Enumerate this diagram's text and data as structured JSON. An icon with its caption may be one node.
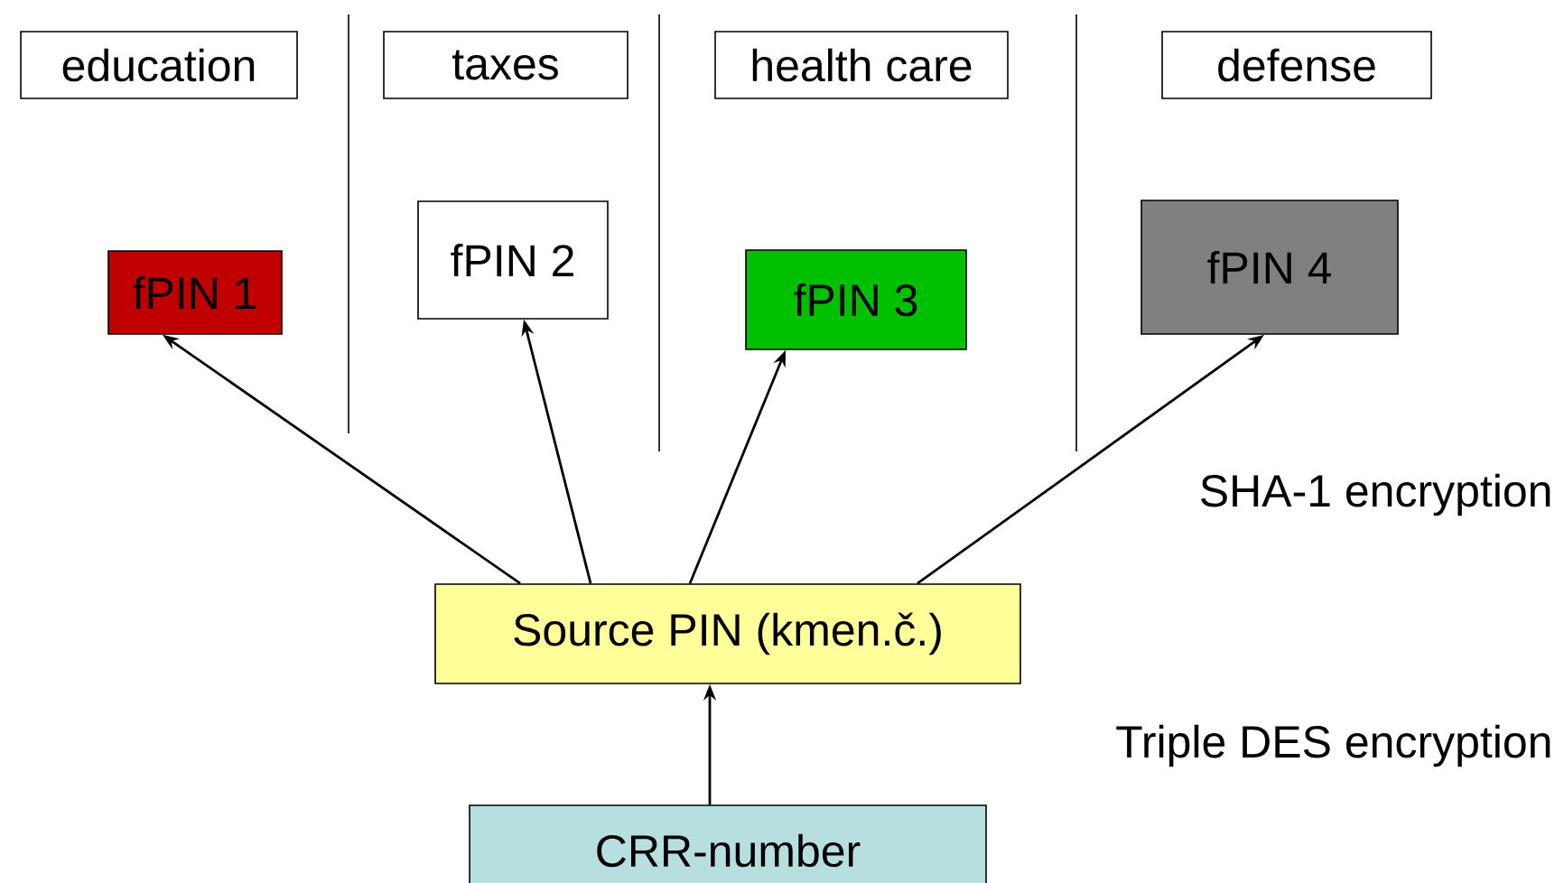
{
  "diagram": {
    "nodes": [
      {
        "text": [
          "education"
        ]
      },
      {
        "text": [
          "taxes"
        ]
      },
      {
        "text": [
          "health care"
        ]
      },
      {
        "text": [
          "defense"
        ]
      },
      {
        "text": [
          "fPIN 1"
        ]
      },
      {
        "text": [
          "fPIN 2"
        ]
      },
      {
        "text": [
          "fPIN 3"
        ]
      },
      {
        "text": [
          "fPIN 4"
        ]
      },
      {
        "text": [
          "Source PIN (kmen.č.)"
        ]
      },
      {
        "text": [
          "CRR-number"
        ]
      }
    ],
    "edges": [
      {
        "from": 8,
        "to": 4,
        "arrow": "to"
      },
      {
        "from": 8,
        "to": 5,
        "arrow": "to"
      },
      {
        "from": 8,
        "to": 6,
        "arrow": "to"
      },
      {
        "from": 8,
        "to": 7,
        "arrow": "to"
      },
      {
        "from": 9,
        "to": 8,
        "arrow": "to"
      }
    ],
    "labels": [
      "SHA-1 encryption",
      "Triple DES encryption"
    ]
  }
}
